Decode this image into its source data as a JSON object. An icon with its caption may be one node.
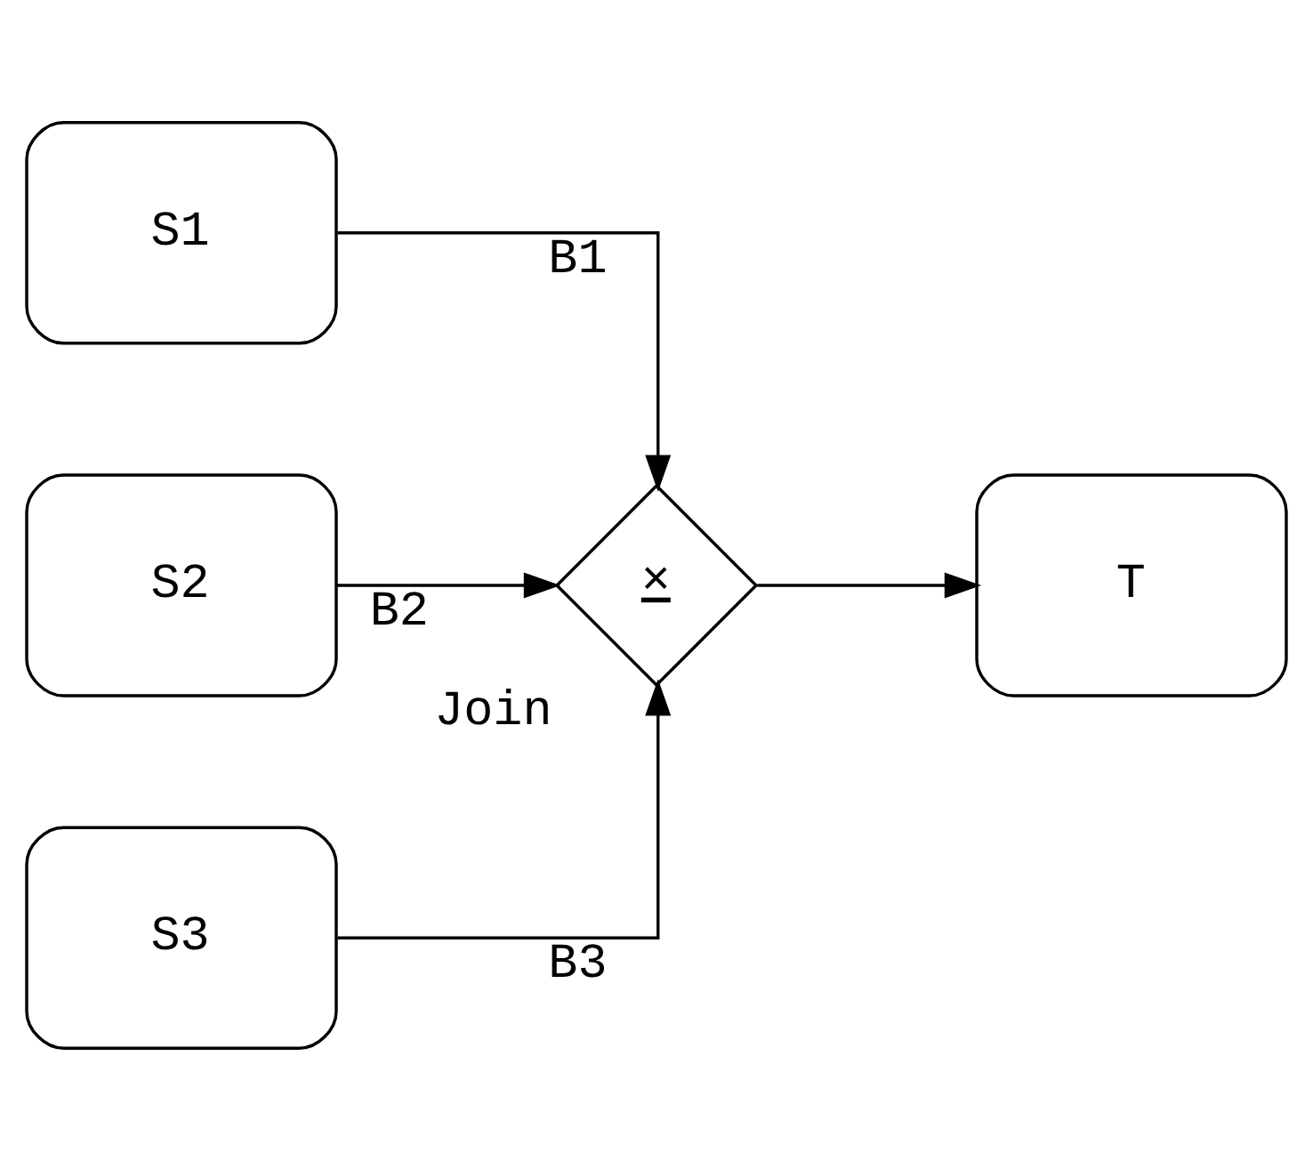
{
  "diagram": {
    "nodes": [
      {
        "text": [
          "S1"
        ]
      },
      {
        "text": [
          "S2"
        ]
      },
      {
        "text": [
          "S3"
        ]
      },
      {
        "text": [
          "×"
        ],
        "beside": [
          "Join"
        ]
      },
      {
        "text": [
          "T"
        ]
      }
    ],
    "edges": [
      {
        "from": 0,
        "to": 3,
        "arrow": "to",
        "label": "B1"
      },
      {
        "from": 1,
        "to": 3,
        "arrow": "to",
        "label": "B2"
      },
      {
        "from": 2,
        "to": 3,
        "arrow": "to",
        "label": "B3"
      },
      {
        "from": 3,
        "to": 4,
        "arrow": "to"
      }
    ]
  }
}
